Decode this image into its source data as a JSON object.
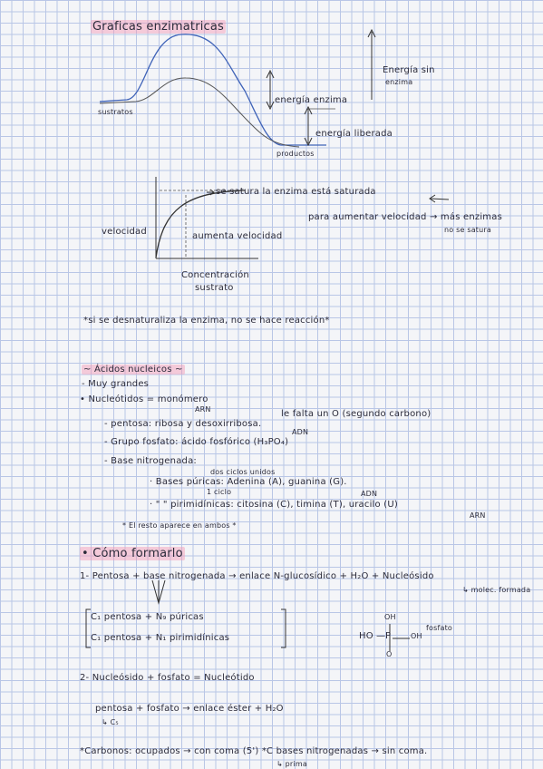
{
  "colors": {
    "ink": "#2b2b3a",
    "blue": "#3f63b8",
    "highlight": "#f596b4"
  },
  "graph1": {
    "title": "Graficas enzimatricas",
    "sustratos": "sustratos",
    "productos": "productos",
    "energia_sin": "Energía sin",
    "enzima": "enzima",
    "energia_enzima": "energía enzima",
    "energia_liberada": "energía liberada"
  },
  "graph2": {
    "satur": "se satura la enzima está saturada",
    "para_aumentar": "para aumentar velocidad → más enzimas",
    "no_se_satura": "no se satura",
    "velocidad": "velocidad",
    "aumenta": "aumenta velocidad",
    "conc1": "Concentración",
    "conc2": "sustrato"
  },
  "note1": "*si se desnaturaliza la enzima, no se hace reacción*",
  "nucleic": {
    "title": "~ Ácidos nucleicos ~",
    "line1": "- Muy grandes",
    "line2": "• Nucleótidos = monómero",
    "arn1": "ARN",
    "falta": "le falta un O (segundo carbono)",
    "pentosa": "- pentosa: ribosa y desoxirribosa.",
    "adn1": "ADN",
    "grupo": "- Grupo fosfato: ácido fosfórico (H₃PO₄)",
    "base": "- Base nitrogenada:",
    "dos_ciclos": "dos ciclos unidos",
    "purinas": "· Bases púricas: Adenina (A), guanina (G).",
    "un_ciclo": "1 ciclo",
    "adn2": "ADN",
    "pirim_a": "· \"      \"   pirimidínicas: citosina (C), timina (T), uracilo (U)",
    "arn2": "ARN",
    "resto": "* El resto aparece en ambos *"
  },
  "formation": {
    "title": "• Cómo formarlo",
    "step1": "1- Pentosa + base nitrogenada → enlace N-glucosídico + H₂O + Nucleósido",
    "molec": "↳ molec. formada",
    "box1": "C₁ pentosa + N₉ púricas",
    "box2": "C₁ pentosa + N₁ pirimidínicas",
    "oh": "OH",
    "ho": "HO —",
    "p": "P",
    "o": "O",
    "oh2": "OH",
    "fosfato": "fosfato",
    "step2": "2- Nucleósido + fosfato = Nucleótido",
    "ec": "pentosa + fosfato → enlace éster + H₂O",
    "c5": "↳ C₅",
    "footer": "*Carbonos: ocupados → con coma (5') *C bases nitrogenadas → sin coma.",
    "prima": "↳ prima"
  }
}
